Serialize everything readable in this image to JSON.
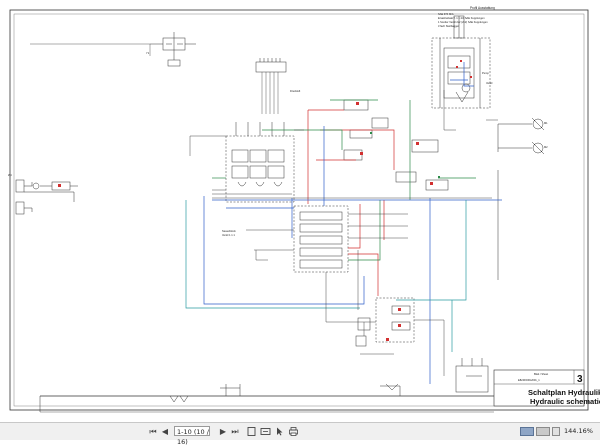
{
  "title_block": {
    "sheet_label": "Blatt / Sheet",
    "sheet_number": "3",
    "doc_code": "E824F006A/001_1",
    "title_de": "Schaltplan Hydraulik",
    "title_en": "Hydraulic schematic"
  },
  "top_label": "Profil Ausstattung",
  "options_text": [
    "SAE 974 M/A",
    "Ersatzteilsatz f. 1 x 4/4 SAE Kupplungen",
    "1 Sonder Ventil 2x2 (2x2) SAE Kupplungen",
    "3 fach Steilbagger"
  ],
  "status_bar": {
    "page_value": "1-10 (10 / 16)",
    "zoom": "144.16%",
    "icons": [
      "first-page",
      "prev-page",
      "next-page",
      "last-page",
      "fit-page",
      "fit-width",
      "select-tool",
      "print"
    ]
  },
  "colors": {
    "red": "#d23030",
    "green": "#2e8b4a",
    "blue": "#2f5fc9",
    "teal": "#2a9aa0",
    "line": "#222222"
  }
}
